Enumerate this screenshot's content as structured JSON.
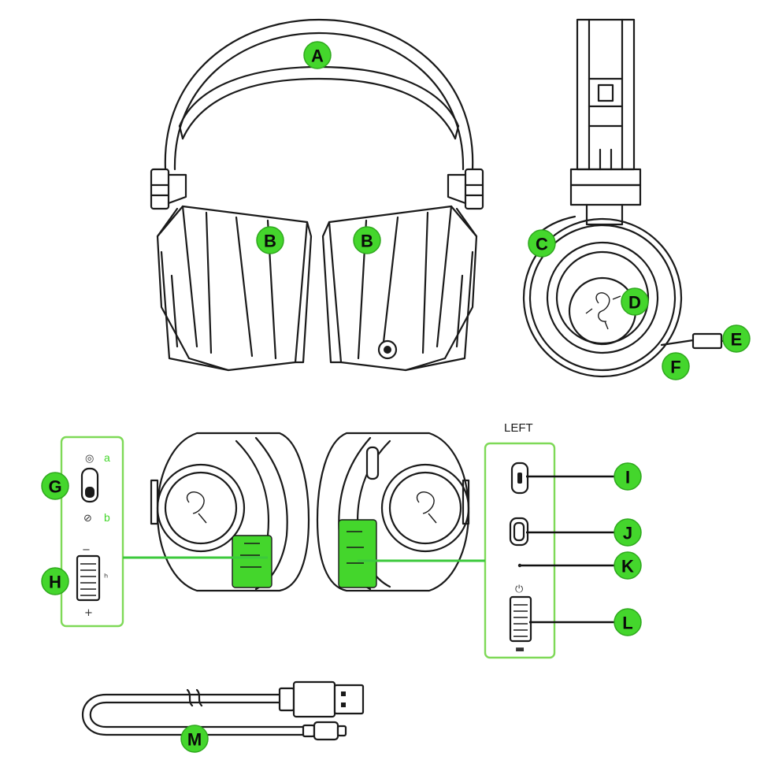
{
  "callouts": {
    "A": "A",
    "B1": "B",
    "B2": "B",
    "C": "C",
    "D": "D",
    "E": "E",
    "F": "F",
    "G": "G",
    "H": "H",
    "I": "I",
    "J": "J",
    "K": "K",
    "L": "L",
    "M": "M"
  },
  "switch_labels": {
    "a": "a",
    "b": "b"
  },
  "volume_labels": {
    "minus": "−",
    "plus": "+"
  },
  "side_label": "LEFT",
  "colors": {
    "accent": "#44d62c",
    "line": "#1a1a1a",
    "box": "#7ed957"
  }
}
